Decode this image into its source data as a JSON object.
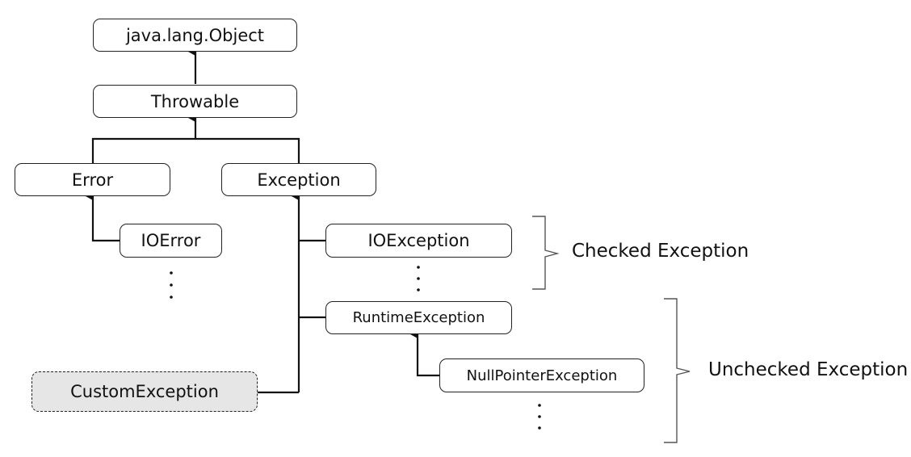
{
  "nodes": {
    "object": "java.lang.Object",
    "throwable": "Throwable",
    "error": "Error",
    "exception": "Exception",
    "ioerror": "IOError",
    "ioexception": "IOException",
    "runtime": "RuntimeException",
    "nullpointer": "NullPointerException",
    "custom": "CustomException"
  },
  "labels": {
    "checked": "Checked Exception",
    "unchecked": "Unchecked Exception"
  }
}
